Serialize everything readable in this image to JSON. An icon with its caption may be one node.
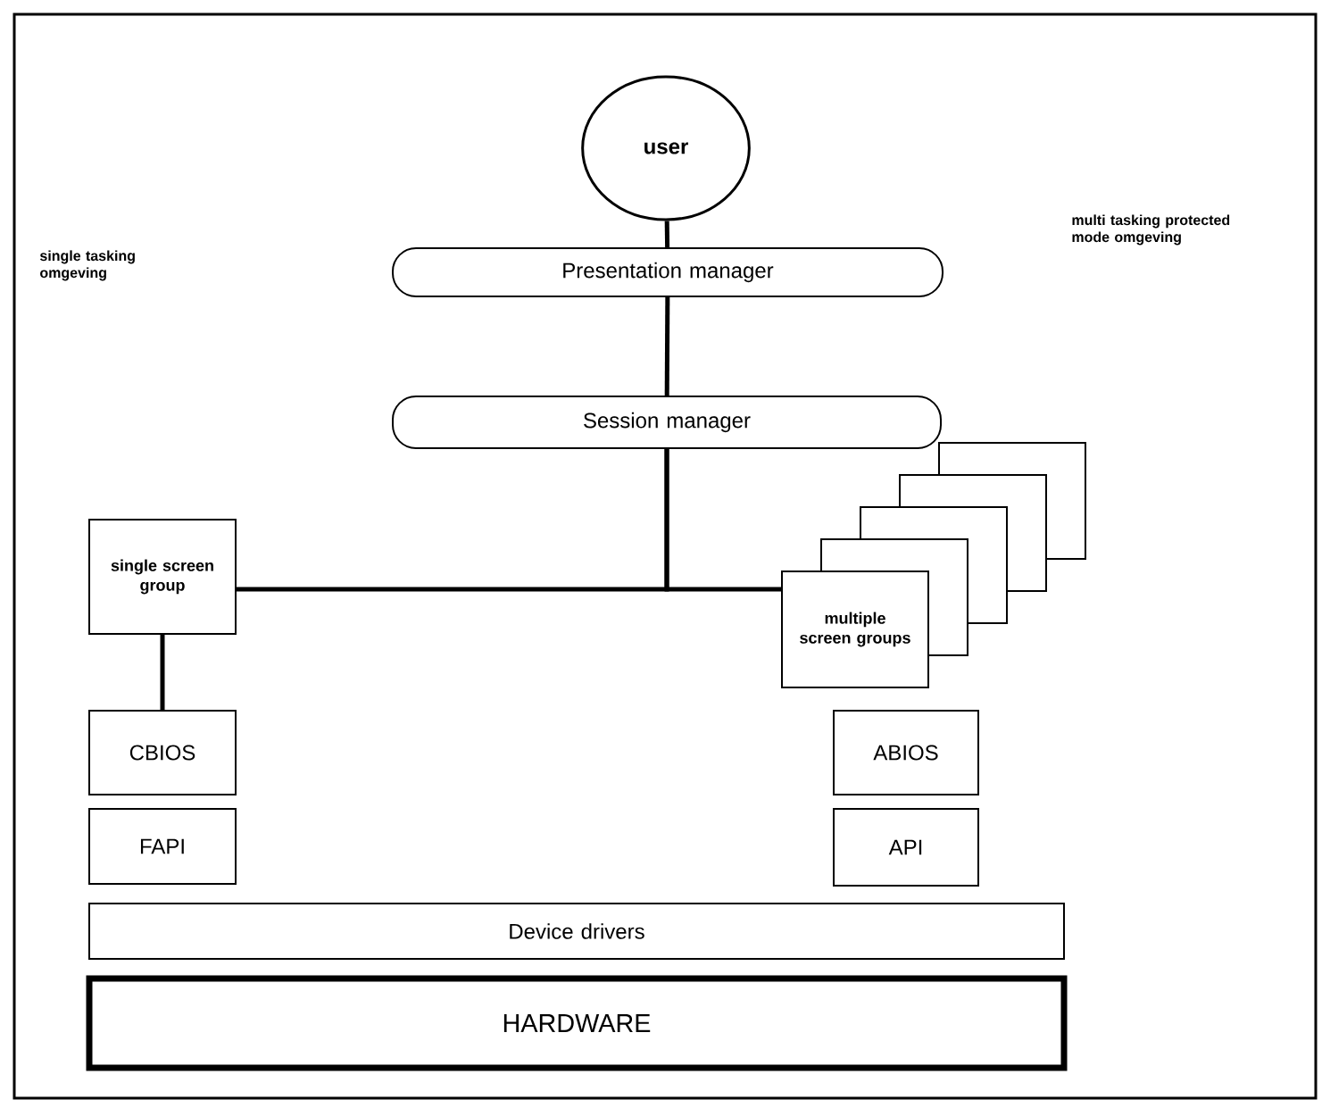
{
  "diagram": {
    "nodes": [
      {
        "text": [
          "user"
        ]
      },
      {
        "text": [
          "Presentation manager"
        ]
      },
      {
        "text": [
          "Session manager"
        ]
      },
      {
        "text": [
          "single screen group"
        ]
      },
      {
        "text": [
          "multiple screen groups"
        ]
      },
      {
        "text": [
          "CBIOS"
        ]
      },
      {
        "text": [
          "FAPI"
        ]
      },
      {
        "text": [
          "ABIOS"
        ]
      },
      {
        "text": [
          "API"
        ]
      },
      {
        "text": [
          "Device drivers"
        ]
      },
      {
        "text": [
          "HARDWARE"
        ]
      }
    ],
    "edges": [
      {
        "from": 0,
        "to": 1,
        "arrow": "none"
      },
      {
        "from": 1,
        "to": 2,
        "arrow": "none"
      },
      {
        "from": 2,
        "to": 3,
        "arrow": "none"
      },
      {
        "from": 2,
        "to": 4,
        "arrow": "none"
      },
      {
        "from": 3,
        "to": 5,
        "arrow": "none"
      }
    ],
    "labels": [
      "single tasking omgeving",
      "multi tasking protected mode omgeving"
    ]
  }
}
